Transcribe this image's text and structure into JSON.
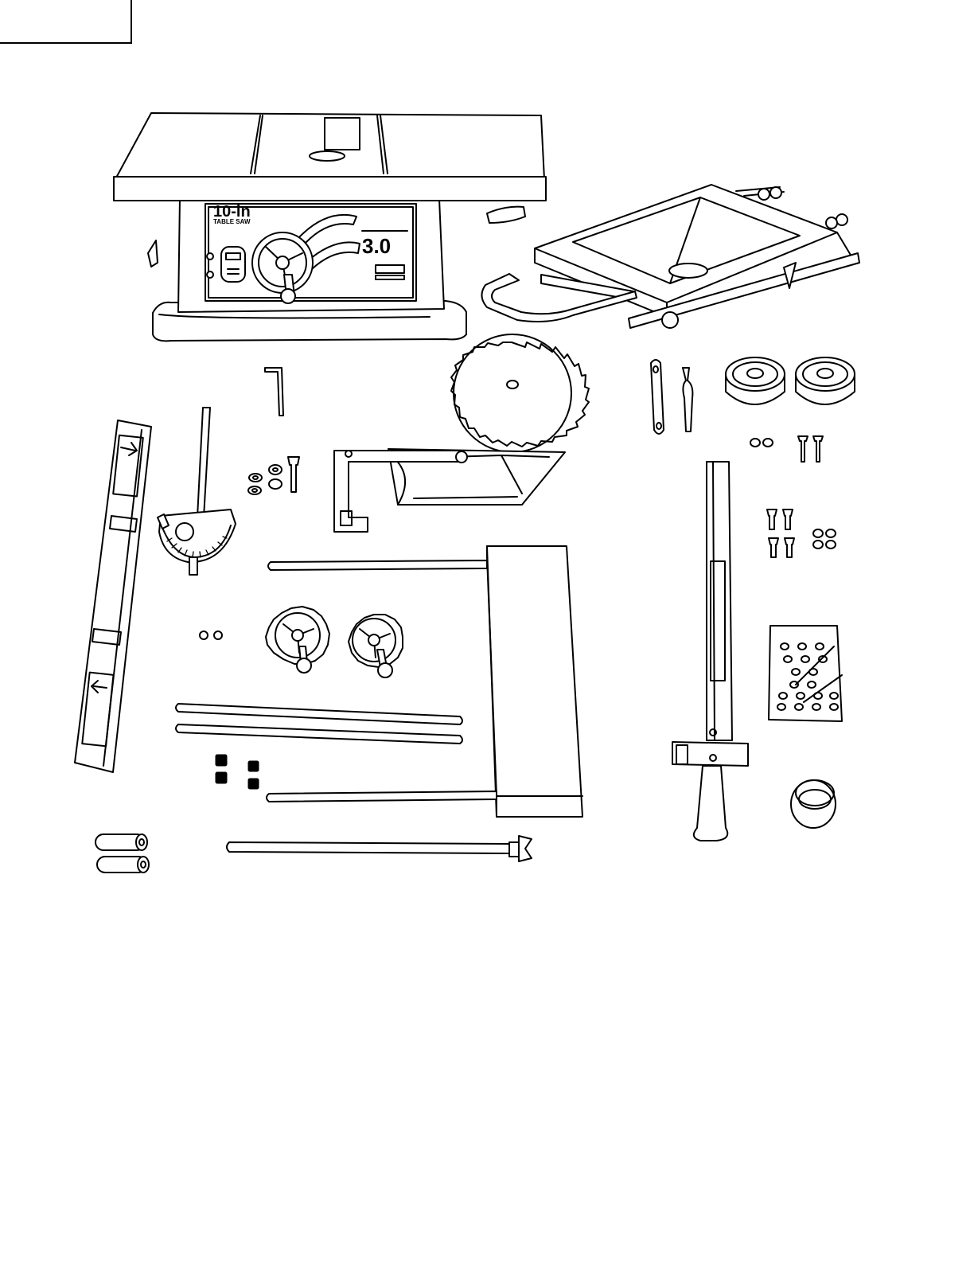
{
  "corner_box": {
    "label": ""
  },
  "saw": {
    "brand_label": "10-in",
    "subtitle_label": "TABLE SAW",
    "rating_label": "3.0"
  }
}
